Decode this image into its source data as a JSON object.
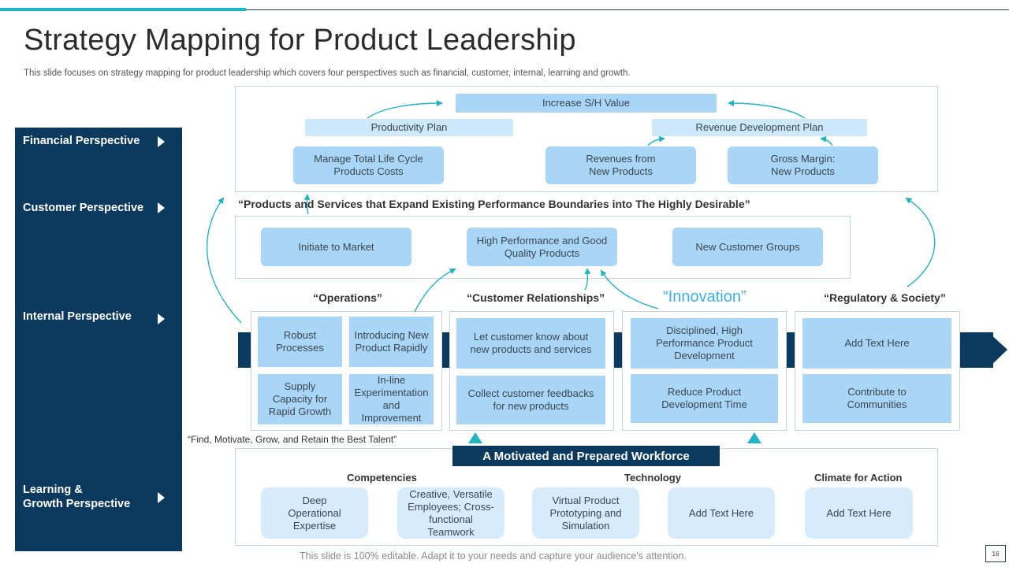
{
  "title": "Strategy Mapping for Product Leadership",
  "subtitle": "This slide focuses on strategy mapping for product leadership which covers four perspectives such as financial, customer, internal, learning and growth.",
  "perspectives": {
    "financial": "Financial Perspective",
    "customer": "Customer Perspective",
    "internal": "Internal Perspective",
    "learning_line1": "Learning &",
    "learning_line2": "Growth Perspective"
  },
  "financial": {
    "top": "Increase S/H Value",
    "productivity": "Productivity Plan",
    "revenue_plan": "Revenue  Development  Plan",
    "manage_line1": "Manage Total Life Cycle",
    "manage_line2": "Products Costs",
    "revenues_line1": "Revenues  from",
    "revenues_line2": "New Products",
    "gross_line1": "Gross Margin:",
    "gross_line2": "New Products"
  },
  "customer": {
    "quote": "“Products  and Services that Expand Existing Performance Boundaries into The Highly Desirable”",
    "initiate": "Initiate to Market",
    "high_line1": "High Performance  and Good",
    "high_line2": "Quality Products",
    "new_groups": "New Customer Groups"
  },
  "internal": {
    "operations": {
      "heading": "“Operations”",
      "robust_line1": "Robust",
      "robust_line2": "Processes",
      "introducing_line1": "Introducing New",
      "introducing_line2": "Product Rapidly",
      "supply_line1": "Supply",
      "supply_line2": "Capacity for",
      "supply_line3": "Rapid Growth",
      "inline_line1": "In-line",
      "inline_line2": "Experimentation",
      "inline_line3": "and Improvement"
    },
    "relationships": {
      "heading": "“Customer Relationships”",
      "let_line1": "Let customer know about",
      "let_line2": "new products and services",
      "collect_line1": "Collect customer feedbacks",
      "collect_line2": "for new products"
    },
    "innovation": {
      "heading": "“Innovation”",
      "disciplined_line1": "Disciplined, High",
      "disciplined_line2": "Performance Product",
      "disciplined_line3": "Development",
      "reduce_line1": "Reduce Product",
      "reduce_line2": "Development  Time"
    },
    "regulatory": {
      "heading": "“Regulatory & Society”",
      "add_text": "Add Text Here",
      "contribute_line1": "Contribute  to",
      "contribute_line2": "Communities"
    }
  },
  "learning": {
    "talent": "“Find, Motivate,  Grow, and Retain the Best Talent”",
    "workforce": "A Motivated and Prepared Workforce",
    "competencies": "Competencies",
    "technology": "Technology",
    "climate": "Climate for Action",
    "deep_line1": "Deep",
    "deep_line2": "Operational",
    "deep_line3": "Expertise",
    "creative_line1": "Creative,  Versatile",
    "creative_line2": "Employees; Cross-",
    "creative_line3": "functional",
    "creative_line4": "Teamwork",
    "virtual_line1": "Virtual Product",
    "virtual_line2": "Prototyping and",
    "virtual_line3": "Simulation",
    "add_text_1": "Add Text Here",
    "add_text_2": "Add Text Here"
  },
  "footer": "This slide is 100% editable. Adapt it to your needs and capture your audience's attention.",
  "page_number": "16",
  "colors": {
    "navy": "#0b3a5e",
    "teal": "#1fb5c4",
    "box_blue": "#a9d6f7",
    "box_light": "#cde8fb",
    "innovation": "#3ab0e8"
  }
}
